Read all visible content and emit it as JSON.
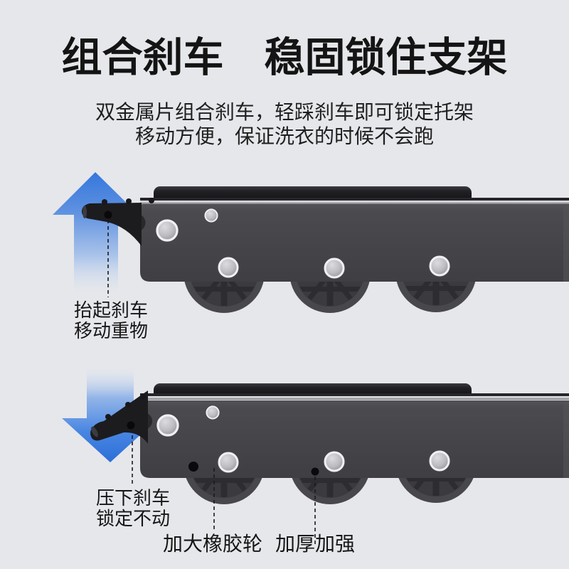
{
  "canvas": {
    "background_color": "#e6e7eb",
    "accent_blue": "#3a7de2",
    "text_color": "#161616"
  },
  "header": {
    "title": "组合刹车　稳固锁住支架",
    "subtitle_line1": "双金属片组合刹车，轻踩刹车即可锁定托架",
    "subtitle_line2": "移动方便，保证洗衣的时候不会跑"
  },
  "figure_raised": {
    "arrow_direction": "up",
    "label_line1": "抬起刹车",
    "label_line2": "移动重物"
  },
  "figure_locked": {
    "arrow_direction": "down",
    "label_line1": "压下刹车",
    "label_line2": "锁定不动",
    "callout_wheel": "加大橡胶轮",
    "callout_reinforce": "加厚加强"
  },
  "product_colors": {
    "rail_body": "#47474b",
    "top_pad": "#1c1c1f",
    "wheel": "#3b3b3f",
    "rivet": "#c0c0c5",
    "brake_lever": "#1c1c1f"
  }
}
